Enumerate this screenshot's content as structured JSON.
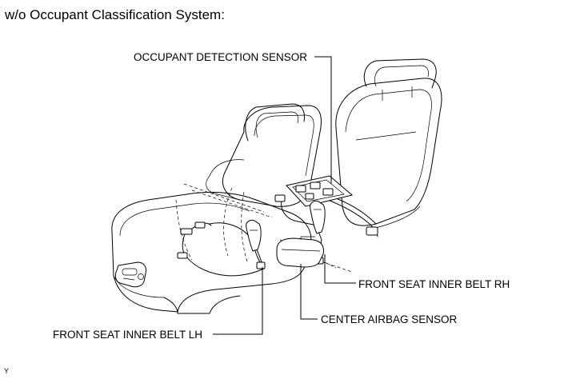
{
  "caption": "w/o Occupant Classification System:",
  "labels": {
    "occupant_detection_sensor": "OCCUPANT DETECTION SENSOR",
    "front_seat_inner_belt_rh": "FRONT SEAT INNER BELT RH",
    "center_airbag_sensor": "CENTER AIRBAG SENSOR",
    "front_seat_inner_belt_lh": "FRONT SEAT INNER BELT LH"
  },
  "figure_id": "Y"
}
